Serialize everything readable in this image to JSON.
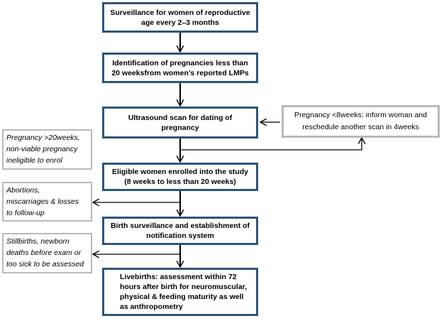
{
  "flow": {
    "step1": [
      "Surveillance for women of reproductive",
      "age  every 2–3 months"
    ],
    "step2": [
      "Identification of pregnancies less than",
      "20 weeksfrom women’s reported LMPs"
    ],
    "step3": [
      "Ultrasound scan for dating of",
      "pregnancy"
    ],
    "step4": [
      "Eligible women enrolled into the study",
      "(8 weeks to less than 20 weeks)"
    ],
    "step5": [
      "Birth surveillance and establishment of",
      "notification system"
    ],
    "step6": [
      "Livebirths: assessment within 72",
      "hours after birth for neuromuscular,",
      "physical & feeding maturity as well",
      "as anthropometry"
    ]
  },
  "side_boxes": {
    "reschedule": [
      "Pregnancy <8weeks: inform woman and",
      "reschedule another scan in 4weeks"
    ],
    "ineligible": [
      "Pregnancy >20weeks,",
      "non-viable pregnancy",
      "ineligible to enrol"
    ],
    "losses": [
      "Abortions,",
      "miscarriages & losses",
      "to follow-up"
    ],
    "stillbirths": [
      "Stillbirths, newborn",
      "deaths before exam or",
      "too sick to be assessed"
    ]
  }
}
